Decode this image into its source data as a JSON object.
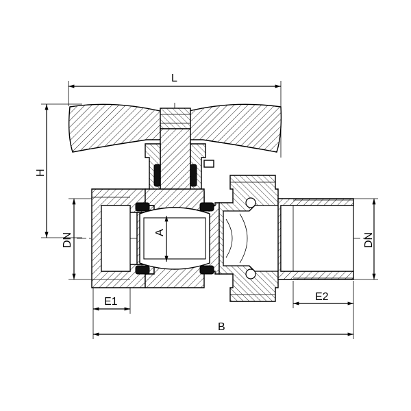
{
  "drawing": {
    "dimensions": {
      "length": "L",
      "height": "H",
      "body_length": "B",
      "thread_left": "E1",
      "thread_right": "E2",
      "bore": "A",
      "nominal_left": "DN",
      "nominal_right": "DN"
    }
  }
}
